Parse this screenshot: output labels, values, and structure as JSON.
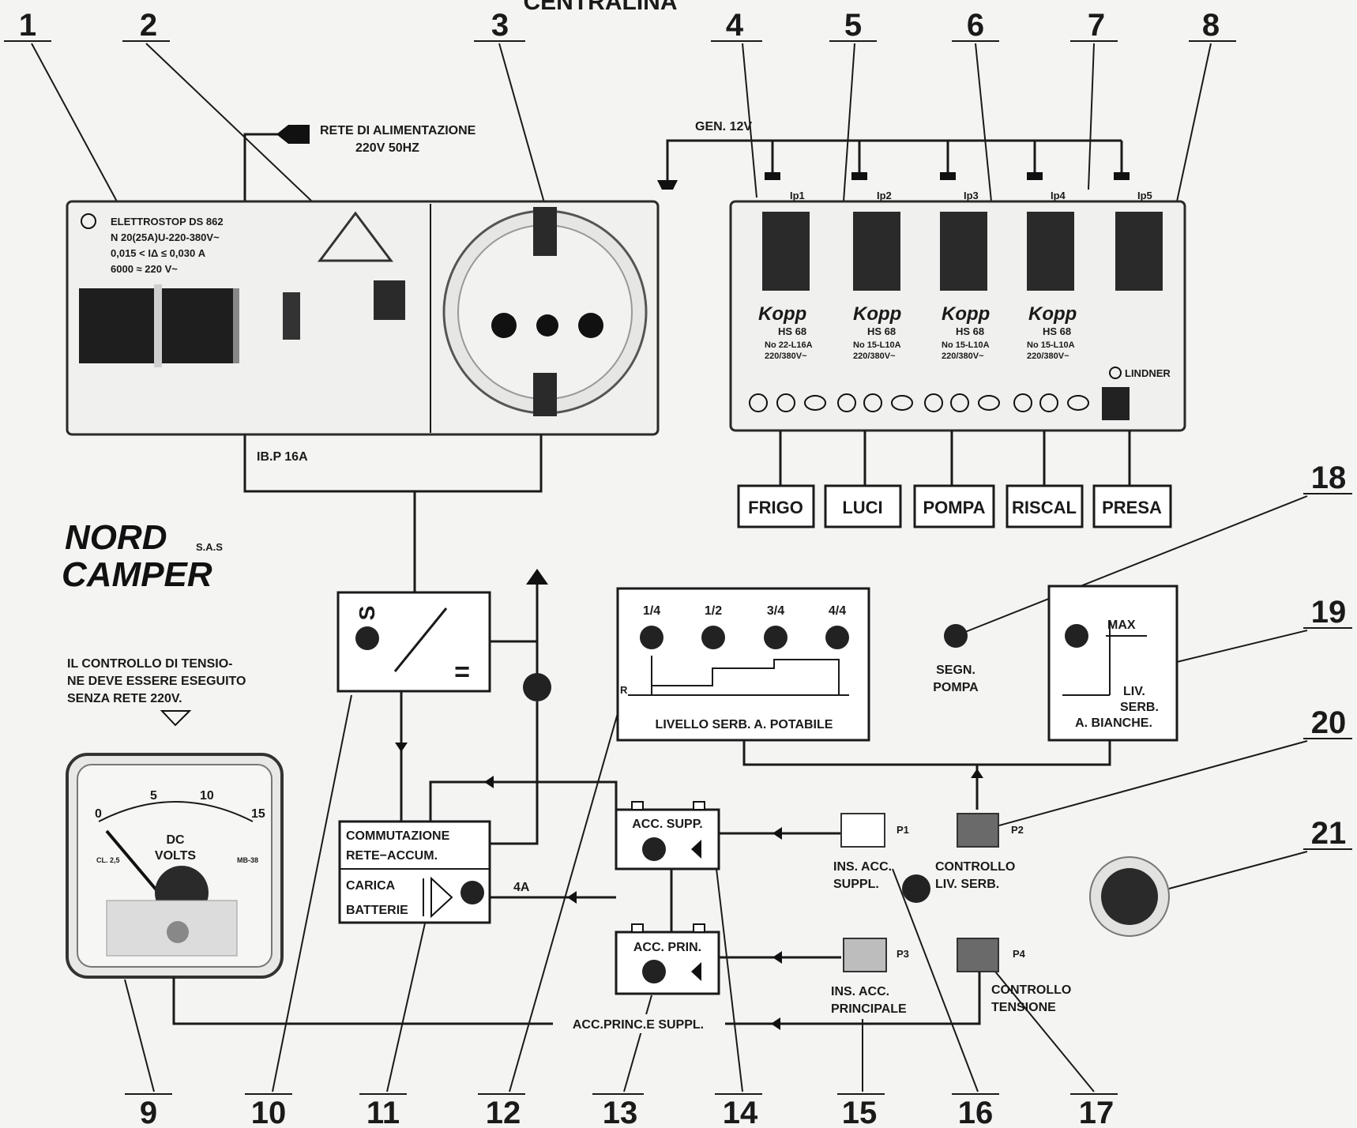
{
  "title": "CENTRALINA",
  "brand": {
    "name_line1": "NORD",
    "suffix": "S.A.S",
    "name_line2": "CAMPER"
  },
  "callouts": [
    "1",
    "2",
    "3",
    "4",
    "5",
    "6",
    "7",
    "8",
    "9",
    "10",
    "11",
    "12",
    "13",
    "14",
    "15",
    "16",
    "17",
    "18",
    "19",
    "20",
    "21"
  ],
  "mains": {
    "line1": "RETE DI ALIMENTAZIONE",
    "line2": "220V 50HZ"
  },
  "breaker": {
    "brand": "ELETTROSTOP DS 862",
    "spec1": "N 20(25A)U-220-380V~",
    "spec2": "0,015 < IΔ ≤ 0,030 A",
    "spec3": "6000 ≈ 220 V~",
    "under_label": "IB.P 16A"
  },
  "generator": "GEN. 12V",
  "switches": [
    {
      "top": "Ip1",
      "brand": "Kopp",
      "model": "HS 68",
      "rating": "No 22-L16A",
      "voltage": "220/380V~",
      "load": "FRIGO"
    },
    {
      "top": "Ip2",
      "brand": "Kopp",
      "model": "HS 68",
      "rating": "No 15-L10A",
      "voltage": "220/380V~",
      "load": "LUCI"
    },
    {
      "top": "Ip3",
      "brand": "Kopp",
      "model": "HS 68",
      "rating": "No 15-L10A",
      "voltage": "220/380V~",
      "load": "POMPA"
    },
    {
      "top": "Ip4",
      "brand": "Kopp",
      "model": "HS 68",
      "rating": "No 15-L10A",
      "voltage": "220/380V~",
      "load": "RISCAL"
    },
    {
      "top": "Ip5",
      "brand": "LINDNER",
      "load": "PRESA"
    }
  ],
  "converter": {
    "top": "S",
    "bottom": "="
  },
  "tank_water": {
    "levels": [
      "1/4",
      "1/2",
      "3/4",
      "4/4"
    ],
    "r": "R",
    "label": "LIVELLO SERB. A. POTABILE"
  },
  "pump_signal": {
    "line1": "SEGN.",
    "line2": "POMPA"
  },
  "tank_grey": {
    "max": "MAX",
    "line1": "LIV.",
    "line2": "SERB.",
    "line3": "A. BIANCHE."
  },
  "voltage_note": {
    "line1": "IL CONTROLLO DI TENSIO-",
    "line2": "NE  DEVE ESSERE ESEGUITO",
    "line3": "SENZA  RETE 220V."
  },
  "voltmeter": {
    "scale": [
      "0",
      "5",
      "10",
      "15"
    ],
    "unit1": "DC",
    "unit2": "VOLTS",
    "corner_left": "CL. 2,5",
    "corner_right": "MB-38"
  },
  "commutazione": {
    "line1": "COMMUTAZIONE",
    "line2": "RETE−ACCUM.",
    "line3": "CARICA",
    "line4": "BATTERIE"
  },
  "charge_current": "4A",
  "batt_supp": "ACC. SUPP.",
  "batt_prin": "ACC. PRIN.",
  "buttons": [
    {
      "tag": "P1",
      "line1": "INS. ACC.",
      "line2": "SUPPL."
    },
    {
      "tag": "P2",
      "line1": "CONTROLLO",
      "line2": "LIV. SERB."
    },
    {
      "tag": "P3",
      "line1": "INS. ACC.",
      "line2": "PRINCIPALE"
    },
    {
      "tag": "P4",
      "line1": "CONTROLLO",
      "line2": "TENSIONE"
    }
  ],
  "bottom_bus": "ACC.PRINC.E SUPPL."
}
